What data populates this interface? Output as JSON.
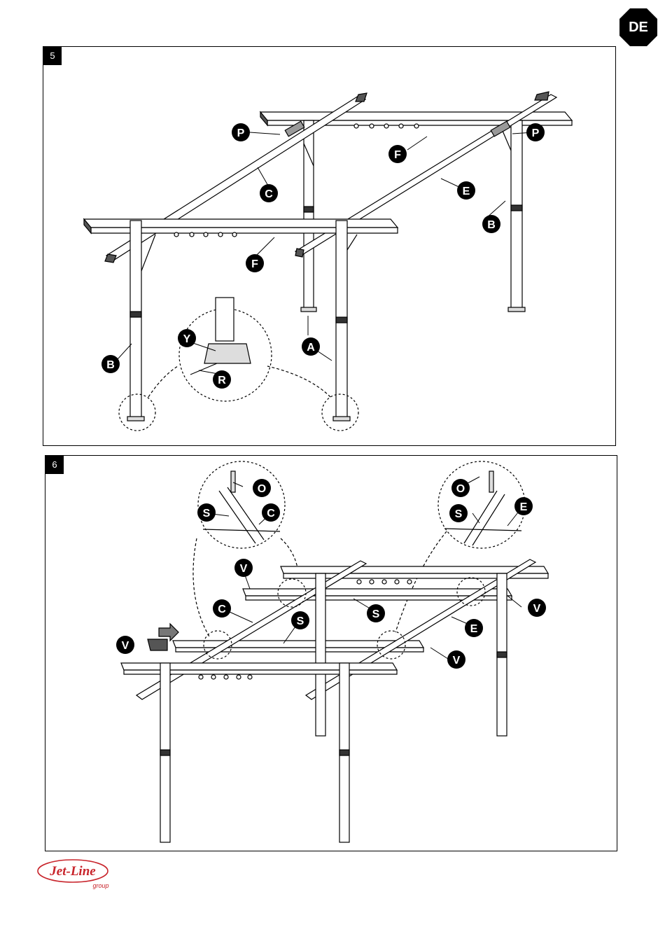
{
  "language_badge": "DE",
  "steps": [
    {
      "number": "5",
      "labels": [
        "P",
        "P",
        "C",
        "E",
        "F",
        "F",
        "B",
        "B",
        "Y",
        "R",
        "A"
      ]
    },
    {
      "number": "6",
      "labels": [
        "O",
        "O",
        "S",
        "C",
        "S",
        "E",
        "V",
        "V",
        "V",
        "V",
        "C",
        "S",
        "S",
        "E"
      ]
    }
  ],
  "logo": {
    "brand": "Jet-Line",
    "sub": "group",
    "color": "#c8242b"
  }
}
